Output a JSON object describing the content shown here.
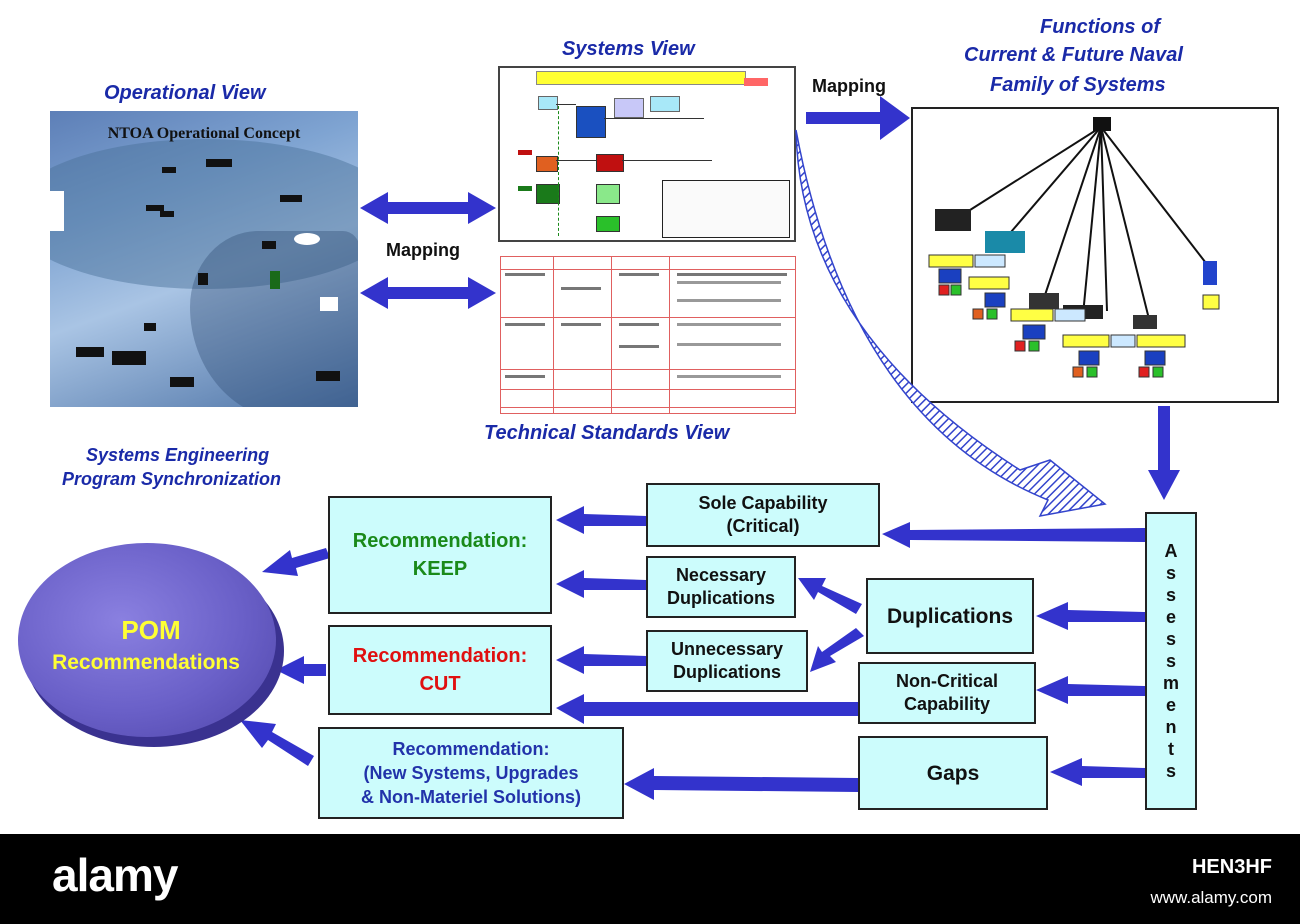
{
  "headings": {
    "operational_view": "Operational View",
    "systems_view": "Systems View",
    "functions_line1": "Functions of",
    "functions_line2": "Current & Future Naval",
    "functions_line3": "Family of Systems",
    "technical_standards_view": "Technical Standards View",
    "se_line1": "Systems Engineering",
    "se_line2": "Program Synchronization"
  },
  "mapping_labels": {
    "left": "Mapping",
    "top_right": "Mapping"
  },
  "ntoa_title": "NTOA Operational Concept",
  "boxes": {
    "sole_capability": [
      "Sole Capability",
      "(Critical)"
    ],
    "necessary_duplications": [
      "Necessary",
      "Duplications"
    ],
    "unnecessary_duplications": [
      "Unnecessary",
      "Duplications"
    ],
    "duplications": "Duplications",
    "non_critical": [
      "Non-Critical",
      "Capability"
    ],
    "gaps": "Gaps",
    "assessments": [
      "A",
      "s",
      "s",
      "e",
      "s",
      "s",
      "m",
      "e",
      "n",
      "t",
      "s"
    ],
    "rec_keep": [
      "Recommendation:",
      "KEEP"
    ],
    "rec_cut": [
      "Recommendation:",
      "CUT"
    ],
    "rec_new": [
      "Recommendation:",
      "(New Systems, Upgrades",
      "& Non-Materiel Solutions)"
    ]
  },
  "pom": {
    "line1": "POM",
    "line2": "Recommendations"
  },
  "footer": {
    "brand": "alamy",
    "image_code": "HEN3HF",
    "url": "www.alamy.com"
  },
  "colors": {
    "arrow_blue": "#3333cc",
    "box_fill": "#ccfcfc",
    "heading_blue": "#1a2aa8",
    "keep_green": "#1a8a1a",
    "cut_red": "#e01010",
    "pom_purple": "#6a60c8"
  }
}
